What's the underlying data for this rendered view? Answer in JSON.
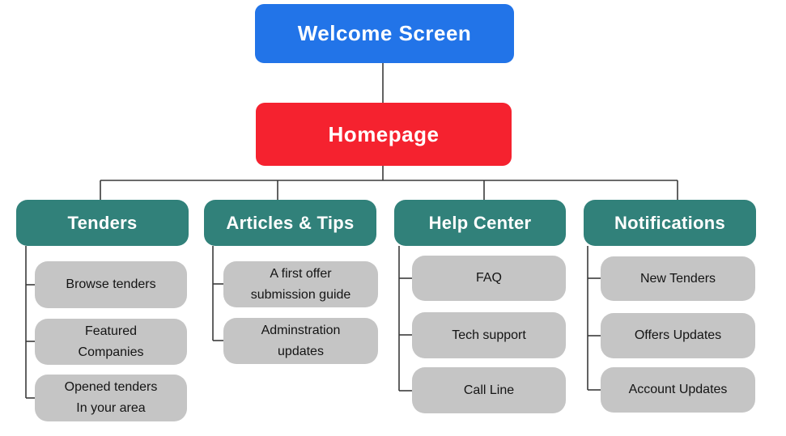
{
  "palette": {
    "welcome_blue": "#2274E8",
    "homepage_red": "#F5222F",
    "branch_teal": "#31817A",
    "child_gray": "#C5C5C5",
    "line_color": "#3A3A3A"
  },
  "diagram": {
    "root": {
      "label": "Welcome Screen"
    },
    "homepage": {
      "label": "Homepage"
    },
    "branches": [
      {
        "label": "Tenders",
        "children": [
          "Browse tenders",
          "Featured\nCompanies",
          "Opened tenders\nIn your area"
        ]
      },
      {
        "label": "Articles & Tips",
        "children": [
          "A first offer\nsubmission guide",
          "Adminstration\nupdates"
        ]
      },
      {
        "label": "Help Center",
        "children": [
          "FAQ",
          "Tech support",
          "Call Line"
        ]
      },
      {
        "label": "Notifications",
        "children": [
          "New Tenders",
          "Offers Updates",
          "Account Updates"
        ]
      }
    ]
  }
}
